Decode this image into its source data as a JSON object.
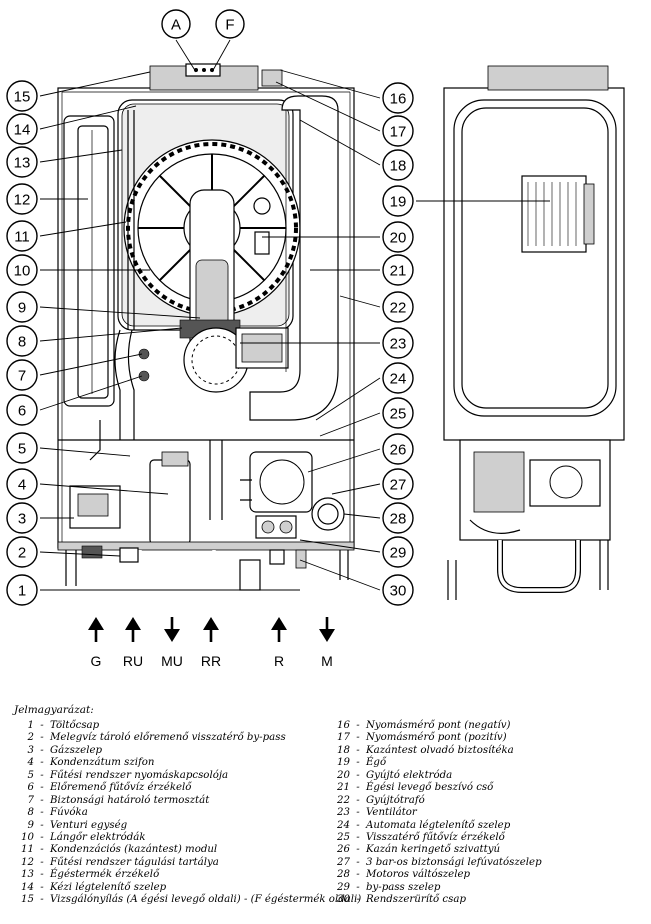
{
  "top_labels": [
    "A",
    "F"
  ],
  "callouts": [
    "1",
    "2",
    "3",
    "4",
    "5",
    "6",
    "7",
    "8",
    "9",
    "10",
    "11",
    "12",
    "13",
    "14",
    "15",
    "16",
    "17",
    "18",
    "19",
    "20",
    "21",
    "22",
    "23",
    "24",
    "25",
    "26",
    "27",
    "28",
    "29",
    "30"
  ],
  "pipe_connections": [
    {
      "label": "G",
      "direction": "up"
    },
    {
      "label": "RU",
      "direction": "up"
    },
    {
      "label": "MU",
      "direction": "down"
    },
    {
      "label": "RR",
      "direction": "up"
    },
    {
      "label": "R",
      "direction": "up"
    },
    {
      "label": "M",
      "direction": "down"
    }
  ],
  "legend": {
    "title": "Jelmagyarázat:",
    "separator": "-",
    "items": [
      {
        "num": "1",
        "text": "Töltőcsap"
      },
      {
        "num": "2",
        "text": "Melegvíz tároló előremenő visszatérő by-pass"
      },
      {
        "num": "3",
        "text": "Gázszelep"
      },
      {
        "num": "4",
        "text": "Kondenzátum szifon"
      },
      {
        "num": "5",
        "text": "Fűtési rendszer nyomáskapcsolója"
      },
      {
        "num": "6",
        "text": "Előremenő fűtővíz érzékelő"
      },
      {
        "num": "7",
        "text": "Biztonsági határoló termosztát"
      },
      {
        "num": "8",
        "text": "Fúvóka"
      },
      {
        "num": "9",
        "text": "Venturi egység"
      },
      {
        "num": "10",
        "text": "Lángőr elektródák"
      },
      {
        "num": "11",
        "text": "Kondenzációs (kazántest) modul"
      },
      {
        "num": "12",
        "text": "Fűtési rendszer tágulási tartálya"
      },
      {
        "num": "13",
        "text": "Égéstermék érzékelő"
      },
      {
        "num": "14",
        "text": "Kézi légtelenítő szelep"
      },
      {
        "num": "15",
        "text": "Vizsgálónyílás (A égési levegő oldali) - (F égéstermék oldali)"
      },
      {
        "num": "16",
        "text": "Nyomásmérő pont (negatív)"
      },
      {
        "num": "17",
        "text": "Nyomásmérő pont (pozitív)"
      },
      {
        "num": "18",
        "text": "Kazántest olvadó biztosítéka"
      },
      {
        "num": "19",
        "text": "Égő"
      },
      {
        "num": "20",
        "text": "Gyújtó elektróda"
      },
      {
        "num": "21",
        "text": "Égési levegő beszívó cső"
      },
      {
        "num": "22",
        "text": "Gyújtótrafó"
      },
      {
        "num": "23",
        "text": "Ventilátor"
      },
      {
        "num": "24",
        "text": "Automata légtelenítő szelep"
      },
      {
        "num": "25",
        "text": "Visszatérő fűtővíz érzékelő"
      },
      {
        "num": "26",
        "text": "Kazán keringető szivattyú"
      },
      {
        "num": "27",
        "text": "3 bar-os biztonsági lefúvatószelep"
      },
      {
        "num": "28",
        "text": "Motoros váltószelep"
      },
      {
        "num": "29",
        "text": "by-pass szelep"
      },
      {
        "num": "30",
        "text": "Rendszerürítő csap"
      }
    ]
  }
}
